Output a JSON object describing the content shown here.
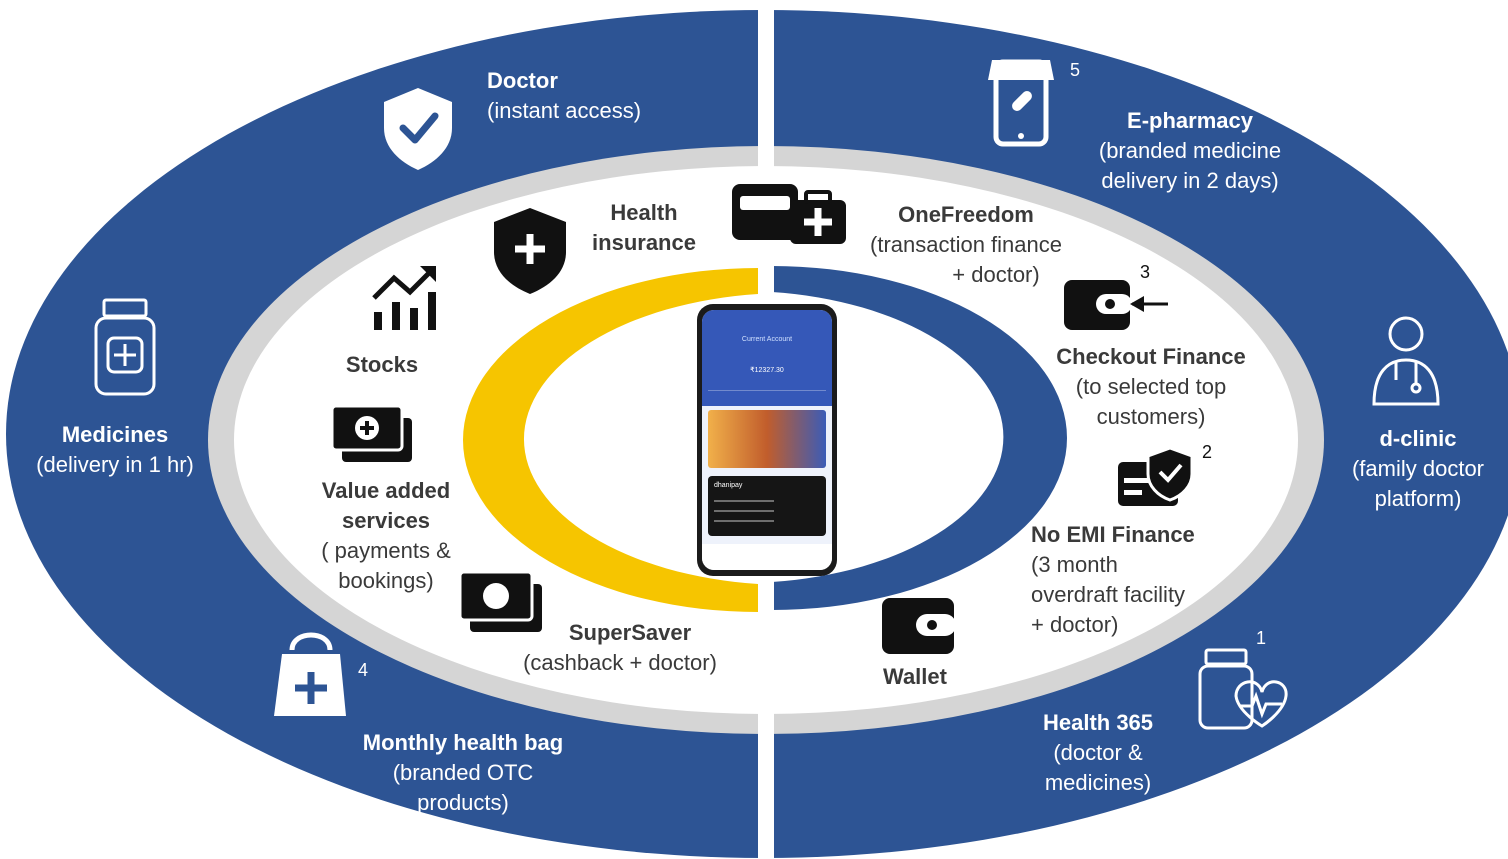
{
  "colors": {
    "navy": "#2d5494",
    "gray_ring": "#d5d5d5",
    "gold": "#f6c500",
    "white": "#ffffff",
    "dark": "#111111",
    "text": "#3a3a3a"
  },
  "outer": {
    "doctor": {
      "title": "Doctor",
      "sub": [
        "(instant access)"
      ],
      "icon": "shield-check-icon"
    },
    "epharmacy": {
      "title": "E-pharmacy",
      "sub": [
        "(branded medicine",
        "delivery in 2 days)"
      ],
      "icon": "pharmacy-phone-icon",
      "number": "5"
    },
    "medicines": {
      "title": "Medicines",
      "sub": [
        "(delivery in 1 hr)"
      ],
      "icon": "medicine-bottle-icon"
    },
    "dclinic": {
      "title": "d-clinic",
      "sub": [
        "(family doctor",
        "platform)"
      ],
      "icon": "doctor-icon"
    },
    "healthbag": {
      "title": "Monthly health bag",
      "sub": [
        "(branded OTC",
        "products)"
      ],
      "icon": "health-bag-icon",
      "number": "4"
    },
    "health365": {
      "title": "Health 365",
      "sub": [
        "(doctor &",
        "medicines)"
      ],
      "icon": "heart-pill-icon",
      "number": "1"
    }
  },
  "inner": {
    "health_insurance": {
      "title": [
        "Health",
        "insurance"
      ],
      "icon": "shield-plus-icon"
    },
    "onefreedom": {
      "title": "OneFreedom",
      "sub": [
        "(transaction finance",
        "+ doctor)"
      ],
      "icon": "wallet-medkit-icon"
    },
    "stocks": {
      "title": "Stocks",
      "icon": "stock-chart-icon"
    },
    "checkout": {
      "title": "Checkout Finance",
      "sub": [
        "(to selected top",
        "customers)"
      ],
      "icon": "wallet-arrow-icon",
      "number": "3"
    },
    "vas": {
      "title": [
        "Value added",
        "services"
      ],
      "sub": [
        "( payments &",
        "bookings)"
      ],
      "icon": "money-plus-icon"
    },
    "noemi": {
      "title": "No EMI Finance",
      "sub": [
        "(3 month",
        "overdraft facility",
        "+ doctor)"
      ],
      "icon": "card-shield-icon",
      "number": "2"
    },
    "supersaver": {
      "title": "SuperSaver",
      "sub": [
        "(cashback + doctor)"
      ],
      "icon": "cash-icon"
    },
    "wallet": {
      "title": "Wallet",
      "icon": "wallet-icon"
    }
  },
  "phone": {
    "account": "Current Account",
    "balance": "₹12327.30",
    "card_brand": "dhanipay"
  }
}
